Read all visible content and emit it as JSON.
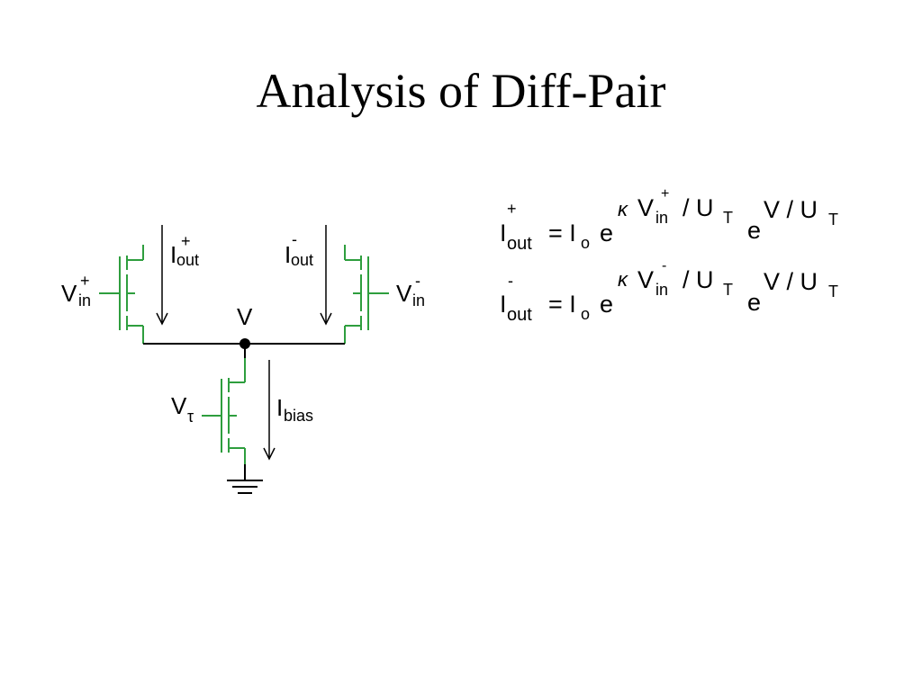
{
  "slide": {
    "title": "Analysis of Diff-Pair"
  },
  "circuit": {
    "node_label": "V",
    "left_input": {
      "base": "V",
      "sub": "in",
      "sup": "+"
    },
    "right_input": {
      "base": "V",
      "sub": "in",
      "sup": "-"
    },
    "left_current": {
      "base": "I",
      "sub": "out",
      "sup": "+"
    },
    "right_current": {
      "base": "I",
      "sub": "out",
      "sup": "-"
    },
    "bias_gate": {
      "base": "V",
      "sub": "τ"
    },
    "bias_current": {
      "base": "I",
      "sub": "bias"
    },
    "transistor_color": "#2e9e3e",
    "wire_color": "#000000"
  },
  "equations": [
    {
      "lhs": {
        "base": "I",
        "sub": "out",
        "sup": "+"
      },
      "eq": "= I",
      "eq_sub": "o",
      "e1": "e",
      "kappa": "κ",
      "exp1": {
        "base": "V",
        "sub": "in",
        "sup": "+"
      },
      "div1": "/ U",
      "div1_sub": "T",
      "e2": "e",
      "exp2": "V / U",
      "exp2_sub": "T"
    },
    {
      "lhs": {
        "base": "I",
        "sub": "out",
        "sup": "-"
      },
      "eq": "= I",
      "eq_sub": "o",
      "e1": "e",
      "kappa": "κ",
      "exp1": {
        "base": "V",
        "sub": "in",
        "sup": "-"
      },
      "div1": "/ U",
      "div1_sub": "T",
      "e2": "e",
      "exp2": "V / U",
      "exp2_sub": "T"
    }
  ]
}
